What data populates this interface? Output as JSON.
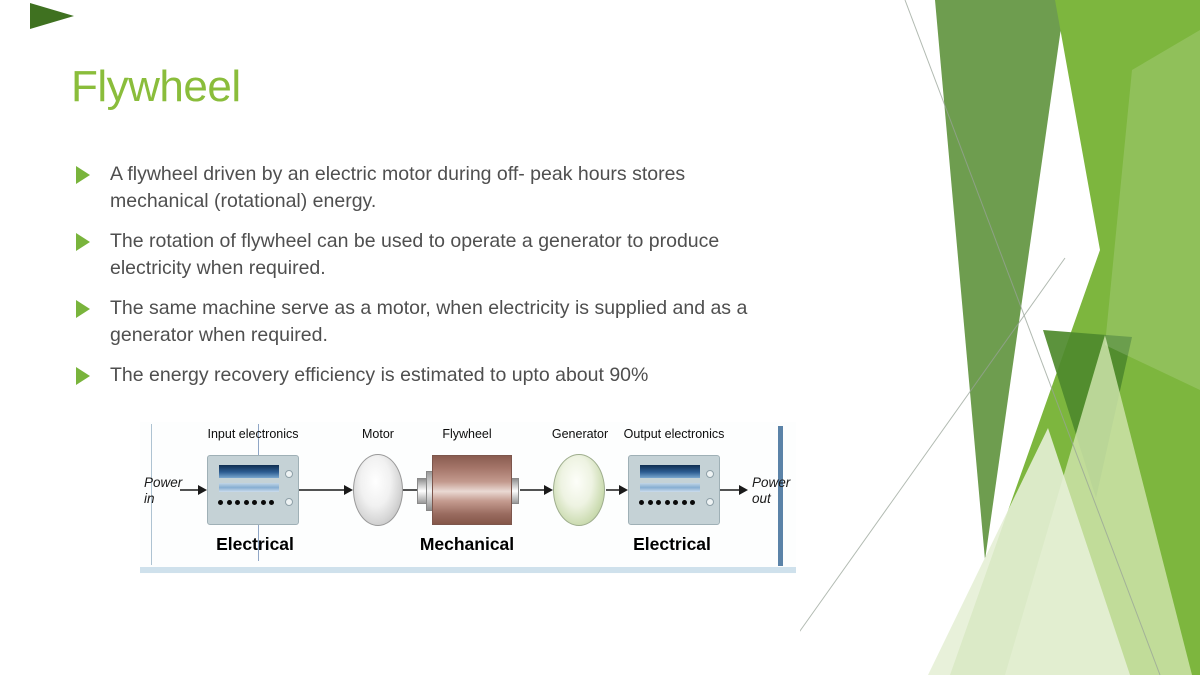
{
  "theme": {
    "title_color": "#8abd3b",
    "bullet_marker_color": "#79b43c",
    "body_text_color": "#4f4f4f",
    "corner_triangle_color": "#3f7120",
    "bg_bright_green": "#7db63e",
    "bg_olive_green": "#6e9d4f",
    "bg_dark_green": "#4e8a2d",
    "bg_pale_green": "#cde3a9",
    "bg_paler_green": "#e6f0d6",
    "bg_line_gray": "#98a398",
    "diagram_bar_blue": "#5b83a8"
  },
  "slide": {
    "title": "Flywheel",
    "bullets": [
      {
        "lines": [
          "A flywheel driven by an electric motor during off- peak hours stores",
          "mechanical (rotational) energy."
        ]
      },
      {
        "lines": [
          "The rotation of flywheel can be used to operate a generator to produce",
          "electricity when required."
        ]
      },
      {
        "lines": [
          "The same machine serve as a motor, when electricity is supplied and as a",
          "generator when required."
        ]
      },
      {
        "lines": [
          "The energy recovery efficiency is estimated to upto about 90%"
        ]
      }
    ]
  },
  "diagram": {
    "power_in_line1": "Power",
    "power_in_line2": "in",
    "power_out_line1": "Power",
    "power_out_line2": "out",
    "labels": {
      "input": "Input electronics",
      "motor": "Motor",
      "flywheel": "Flywheel",
      "generator": "Generator",
      "output": "Output electronics"
    },
    "domains": {
      "left": "Electrical",
      "middle": "Mechanical",
      "right": "Electrical"
    }
  }
}
